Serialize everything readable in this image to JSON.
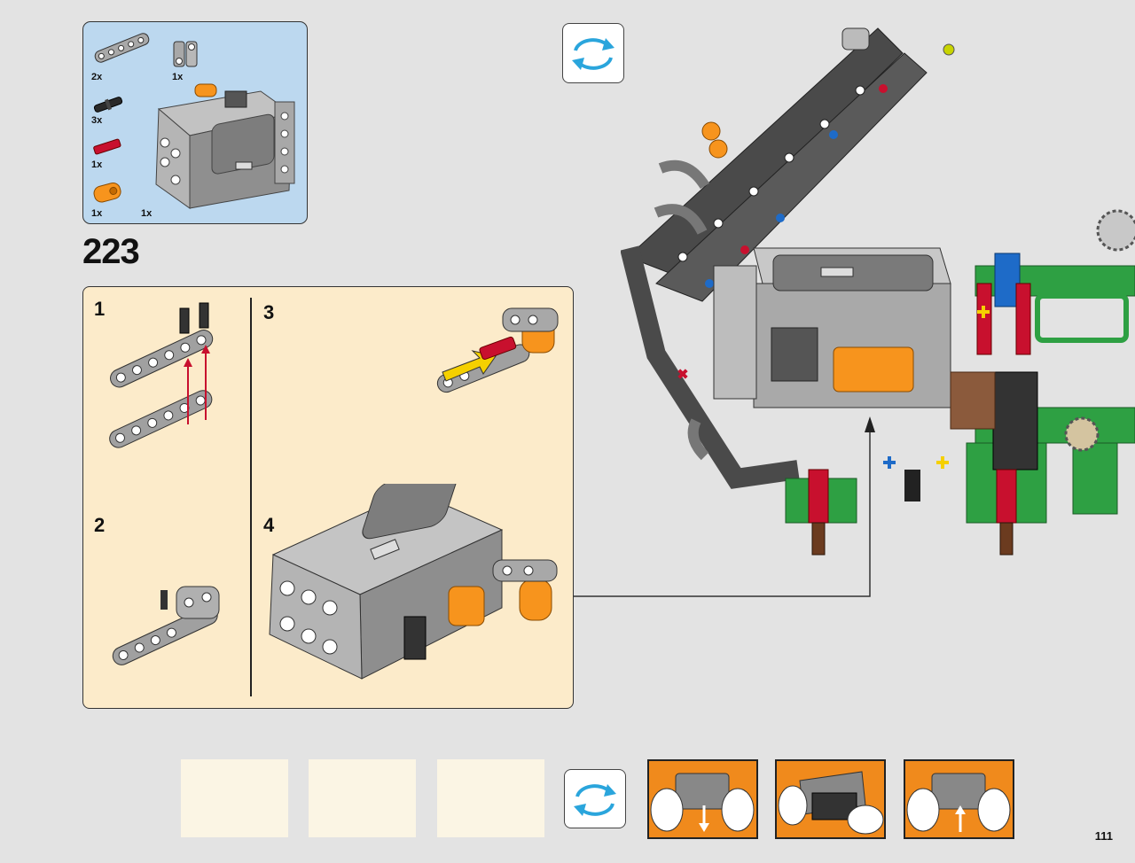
{
  "parts_callout": {
    "quantities": [
      "2x",
      "1x",
      "3x",
      "1x",
      "1x",
      "1x"
    ]
  },
  "step": {
    "number": "223"
  },
  "substeps": {
    "labels": [
      "1",
      "2",
      "3",
      "4"
    ]
  },
  "page": {
    "number": "111"
  },
  "icons": {
    "rotate": "rotate-arrows-icon"
  },
  "colors": {
    "page_background": "#e3e3e3",
    "callout_background": "#bcd8ef",
    "substep_background": "#fcebca",
    "rotate_arrow": "#2aa5dc",
    "hint_photo_background": "#f08a1c",
    "brick_orange": "#f7941d",
    "brick_gray": "#9d9d9d",
    "brick_dark": "#555555",
    "brick_green": "#2ea043",
    "brick_red": "#c8102e",
    "brick_blue": "#1e6bc8",
    "brick_yellow": "#f5d000"
  }
}
